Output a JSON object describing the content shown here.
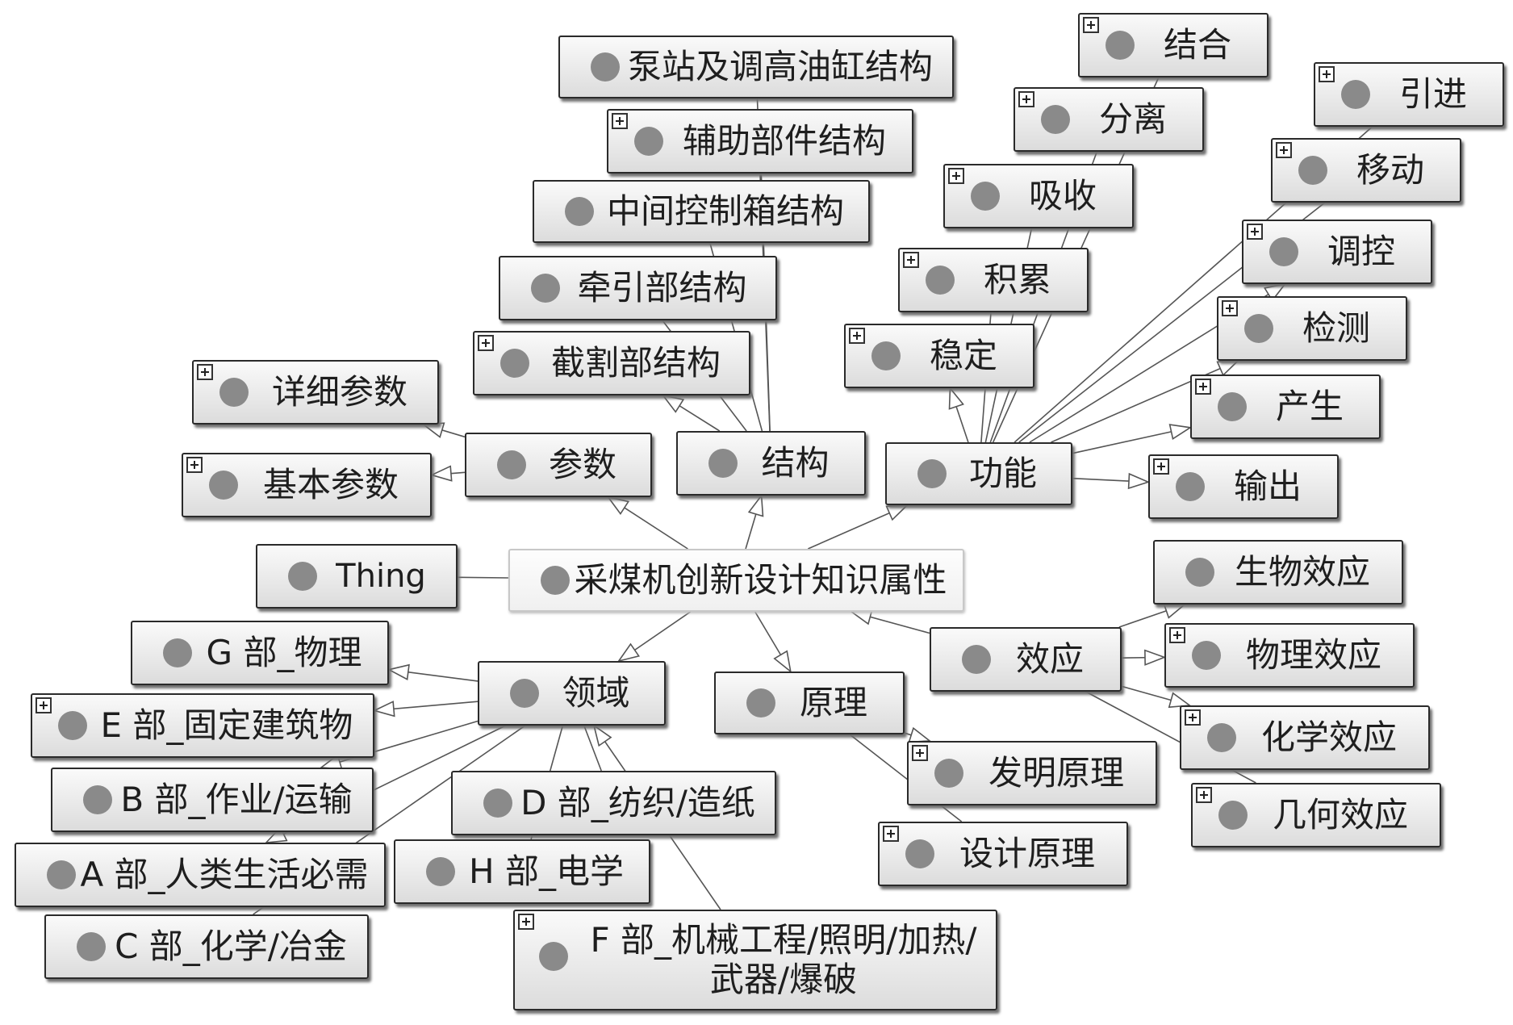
{
  "root": {
    "id": "root",
    "label": "采煤机创新设计知识属性"
  },
  "nodes": [
    {
      "id": "thing",
      "label": "Thing",
      "expandable": false
    },
    {
      "id": "params",
      "label": "参数",
      "expandable": false
    },
    {
      "id": "struct",
      "label": "结构",
      "expandable": false
    },
    {
      "id": "func",
      "label": "功能",
      "expandable": false
    },
    {
      "id": "domain",
      "label": "领域",
      "expandable": false
    },
    {
      "id": "principle",
      "label": "原理",
      "expandable": false
    },
    {
      "id": "effect",
      "label": "效应",
      "expandable": false
    },
    {
      "id": "detail_params",
      "label": "详细参数",
      "expandable": true
    },
    {
      "id": "basic_params",
      "label": "基本参数",
      "expandable": true
    },
    {
      "id": "pump_struct",
      "label": "泵站及调高油缸结构",
      "expandable": false
    },
    {
      "id": "aux_struct",
      "label": "辅助部件结构",
      "expandable": true
    },
    {
      "id": "ctrl_struct",
      "label": "中间控制箱结构",
      "expandable": false
    },
    {
      "id": "traction_struct",
      "label": "牵引部结构",
      "expandable": false
    },
    {
      "id": "cut_struct",
      "label": "截割部结构",
      "expandable": true
    },
    {
      "id": "combine",
      "label": "结合",
      "expandable": true
    },
    {
      "id": "separate",
      "label": "分离",
      "expandable": true
    },
    {
      "id": "absorb",
      "label": "吸收",
      "expandable": true
    },
    {
      "id": "accumulate",
      "label": "积累",
      "expandable": true
    },
    {
      "id": "stabilize",
      "label": "稳定",
      "expandable": true
    },
    {
      "id": "introduce",
      "label": "引进",
      "expandable": true
    },
    {
      "id": "move",
      "label": "移动",
      "expandable": true
    },
    {
      "id": "regulate",
      "label": "调控",
      "expandable": true
    },
    {
      "id": "detect",
      "label": "检测",
      "expandable": true
    },
    {
      "id": "produce",
      "label": "产生",
      "expandable": true
    },
    {
      "id": "output",
      "label": "输出",
      "expandable": true
    },
    {
      "id": "bio_effect",
      "label": "生物效应",
      "expandable": false
    },
    {
      "id": "phys_effect",
      "label": "物理效应",
      "expandable": true
    },
    {
      "id": "chem_effect",
      "label": "化学效应",
      "expandable": true
    },
    {
      "id": "geo_effect",
      "label": "几何效应",
      "expandable": true
    },
    {
      "id": "invent_principle",
      "label": "发明原理",
      "expandable": true
    },
    {
      "id": "design_principle",
      "label": "设计原理",
      "expandable": true
    },
    {
      "id": "sec_g",
      "label": "G 部_物理",
      "expandable": false
    },
    {
      "id": "sec_e",
      "label": "E 部_固定建筑物",
      "expandable": true
    },
    {
      "id": "sec_b",
      "label": "B 部_作业/运输",
      "expandable": false
    },
    {
      "id": "sec_a",
      "label": "A 部_人类生活必需",
      "expandable": false
    },
    {
      "id": "sec_c",
      "label": "C 部_化学/冶金",
      "expandable": false
    },
    {
      "id": "sec_d",
      "label": "D 部_纺织/造纸",
      "expandable": false
    },
    {
      "id": "sec_h",
      "label": "H 部_电学",
      "expandable": false
    },
    {
      "id": "sec_f",
      "label": "F 部_机械工程/照明/加热/\n武器/爆破",
      "expandable": true
    }
  ],
  "edges": [
    {
      "from": "thing",
      "to": "root",
      "arrow": false
    },
    {
      "from": "root",
      "to": "params",
      "arrow": true
    },
    {
      "from": "root",
      "to": "struct",
      "arrow": true
    },
    {
      "from": "root",
      "to": "func",
      "arrow": true
    },
    {
      "from": "root",
      "to": "domain",
      "arrow": true
    },
    {
      "from": "root",
      "to": "principle",
      "arrow": true
    },
    {
      "from": "effect",
      "to": "root",
      "arrow": true
    },
    {
      "from": "params",
      "to": "detail_params",
      "arrow": true
    },
    {
      "from": "params",
      "to": "basic_params",
      "arrow": true
    },
    {
      "from": "struct",
      "to": "pump_struct",
      "arrow": false
    },
    {
      "from": "struct",
      "to": "aux_struct",
      "arrow": false
    },
    {
      "from": "struct",
      "to": "ctrl_struct",
      "arrow": false
    },
    {
      "from": "struct",
      "to": "traction_struct",
      "arrow": false
    },
    {
      "from": "struct",
      "to": "cut_struct",
      "arrow": true
    },
    {
      "from": "func",
      "to": "combine",
      "arrow": false
    },
    {
      "from": "func",
      "to": "separate",
      "arrow": false
    },
    {
      "from": "func",
      "to": "absorb",
      "arrow": false
    },
    {
      "from": "func",
      "to": "accumulate",
      "arrow": false
    },
    {
      "from": "func",
      "to": "stabilize",
      "arrow": true
    },
    {
      "from": "func",
      "to": "introduce",
      "arrow": false
    },
    {
      "from": "func",
      "to": "move",
      "arrow": false
    },
    {
      "from": "func",
      "to": "regulate",
      "arrow": true
    },
    {
      "from": "func",
      "to": "detect",
      "arrow": true
    },
    {
      "from": "func",
      "to": "produce",
      "arrow": true
    },
    {
      "from": "func",
      "to": "output",
      "arrow": true
    },
    {
      "from": "effect",
      "to": "bio_effect",
      "arrow": true
    },
    {
      "from": "effect",
      "to": "phys_effect",
      "arrow": true
    },
    {
      "from": "effect",
      "to": "chem_effect",
      "arrow": true
    },
    {
      "from": "effect",
      "to": "geo_effect",
      "arrow": false
    },
    {
      "from": "principle",
      "to": "invent_principle",
      "arrow": true
    },
    {
      "from": "principle",
      "to": "design_principle",
      "arrow": false
    },
    {
      "from": "domain",
      "to": "sec_g",
      "arrow": true
    },
    {
      "from": "domain",
      "to": "sec_e",
      "arrow": true
    },
    {
      "from": "domain",
      "to": "sec_b",
      "arrow": true
    },
    {
      "from": "domain",
      "to": "sec_a",
      "arrow": true
    },
    {
      "from": "domain",
      "to": "sec_c",
      "arrow": false
    },
    {
      "from": "domain",
      "to": "sec_d",
      "arrow": false
    },
    {
      "from": "domain",
      "to": "sec_h",
      "arrow": false
    },
    {
      "from": "sec_f",
      "to": "domain",
      "arrow": true
    }
  ],
  "colors": {
    "node_border": "#2a2a2a",
    "node_fill": "#e8e8e8",
    "dot": "#8a8a8a",
    "edge": "#555555",
    "root_border": "#c8c8c8"
  }
}
